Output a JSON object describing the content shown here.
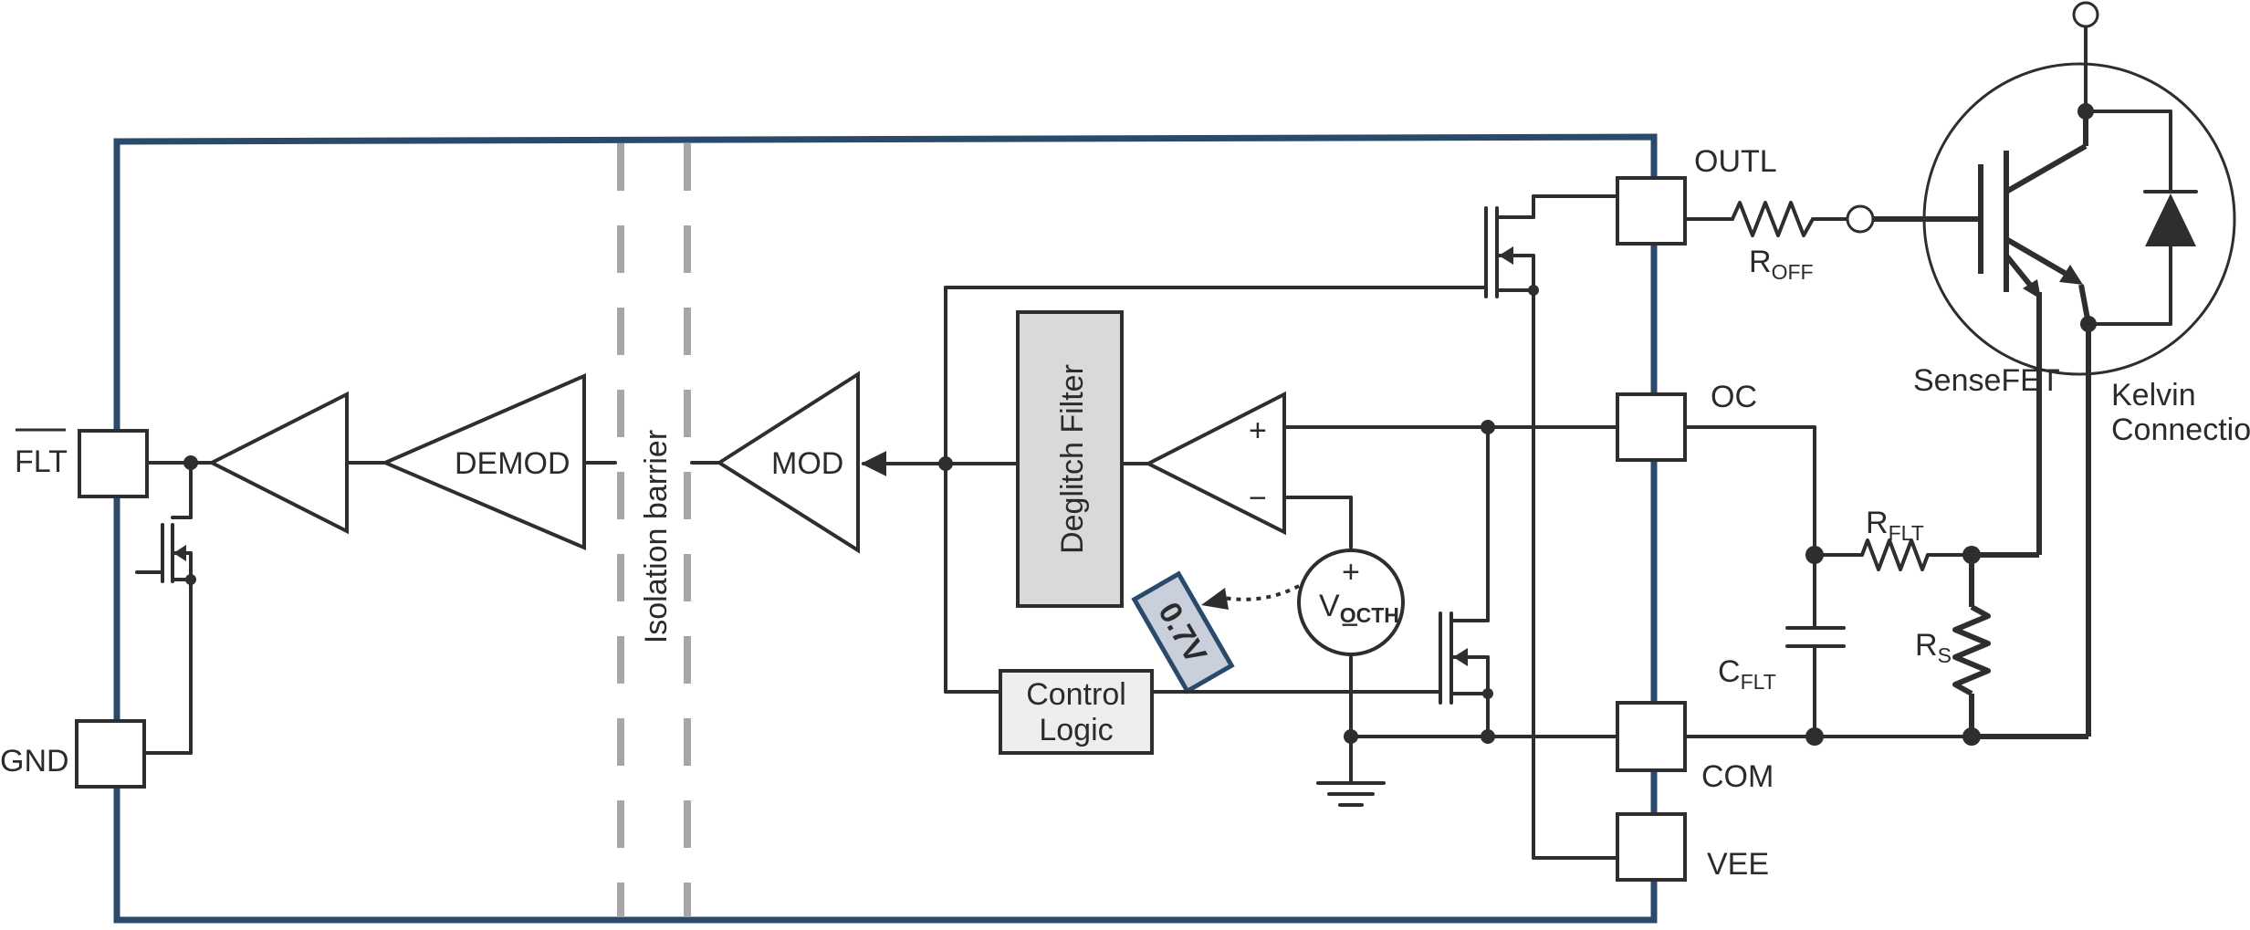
{
  "pins": {
    "flt": "FLT",
    "gnd": "GND",
    "outl": "OUTL",
    "oc": "OC",
    "com": "COM",
    "vee": "VEE"
  },
  "blocks": {
    "demod": "DEMOD",
    "mod": "MOD",
    "isolation_barrier": "Isolation barrier",
    "deglitch_filter": "Deglitch Filter",
    "control_logic_line1": "Control",
    "control_logic_line2": "Logic",
    "comparator_plus": "+",
    "comparator_minus": "−"
  },
  "source": {
    "symbol": "V",
    "subscript": "OCTH",
    "plus": "+",
    "minus": "−",
    "threshold": "0.7V"
  },
  "components": {
    "roff_main": "R",
    "roff_sub": "OFF",
    "rflt_main": "R",
    "rflt_sub": "FLT",
    "cflt_main": "C",
    "cflt_sub": "FLT",
    "rs_main": "R",
    "rs_sub": "S",
    "sensefet": "SenseFET",
    "kelvin_line1": "Kelvin",
    "kelvin_line2": "Connection"
  },
  "colors": {
    "package_outline": "#2a4a6b",
    "isolation_dash": "#a6a6a6",
    "block_fill": "#d9d9d9",
    "logic_fill": "#eeeeee",
    "threshold_fill": "#c9d0db",
    "threshold_border": "#2a4a6b",
    "wire": "#2e2e2e"
  }
}
